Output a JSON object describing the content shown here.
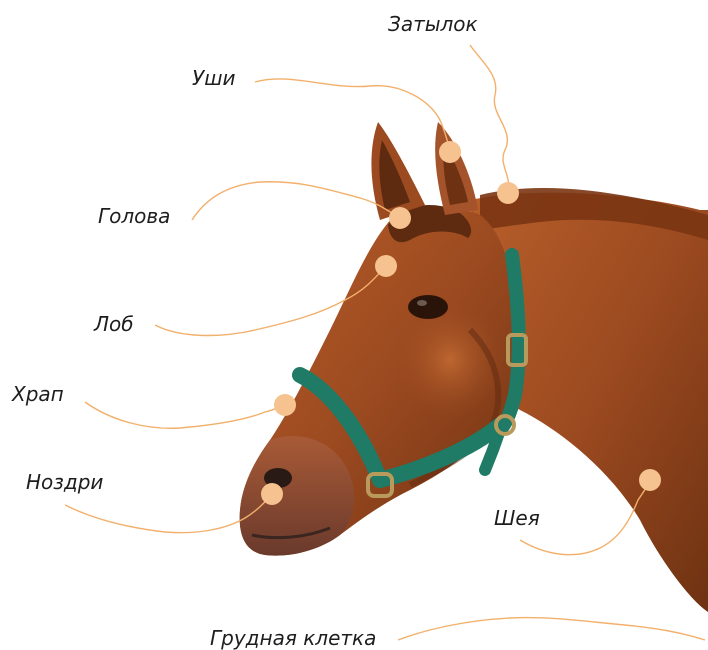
{
  "labels": {
    "neck_top": "Затылок",
    "ears": "Уши",
    "head": "Голова",
    "forehead": "Лоб",
    "snout": "Храп",
    "nostrils": "Ноздри",
    "neck": "Шея",
    "chest": "Грудная клетка"
  },
  "colors": {
    "marker": "#f6c28f",
    "leader": "#f2b06c",
    "label": "#1e1e1e",
    "coat_base": "#9c4a20",
    "coat_shadow": "#5e2a10",
    "mane": "#7a3512",
    "halter": "#1f7a66",
    "buckle": "#b89a5c"
  },
  "illustration": "chestnut-horse-head-with-green-halter"
}
